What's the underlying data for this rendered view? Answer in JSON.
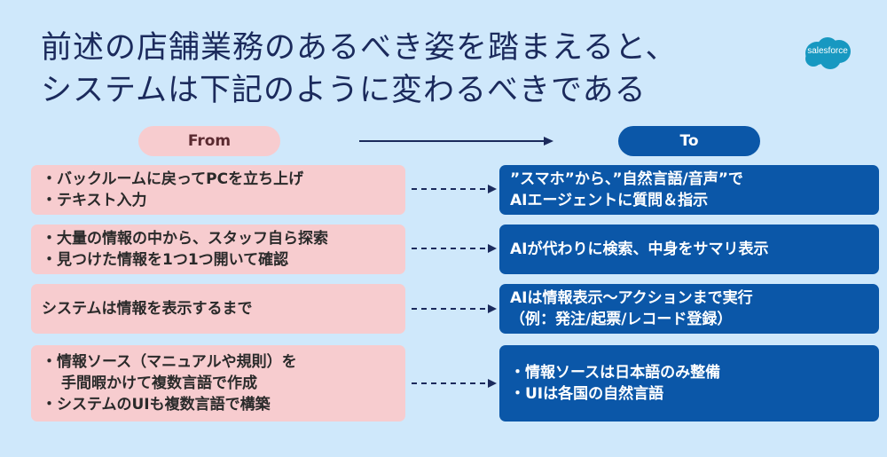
{
  "title": {
    "line1": "前述の店舗業務のあるべき姿を踏まえると、",
    "line2": "システムは下記のように変わるべきである"
  },
  "logo": {
    "text": "salesforce",
    "color": "#1798c1"
  },
  "headers": {
    "from": "From",
    "to": "To"
  },
  "colors": {
    "background": "#cfe8fb",
    "from_fill": "#f7cccf",
    "to_fill": "#0b57a8",
    "title": "#1b2a5c"
  },
  "rows": [
    {
      "from": [
        "・バックルームに戻ってPCを立ち上げ",
        "・テキスト入力"
      ],
      "to": [
        "”スマホ”から、”自然言語/音声”で",
        "AIエージェントに質問＆指示"
      ]
    },
    {
      "from": [
        "・大量の情報の中から、スタッフ自ら探索",
        "・見つけた情報を1つ1つ開いて確認"
      ],
      "to": [
        "AIが代わりに検索、中身をサマリ表示"
      ]
    },
    {
      "from": [
        "システムは情報を表示するまで"
      ],
      "to": [
        "AIは情報表示～アクションまで実行",
        "（例：発注/起票/レコード登録）"
      ]
    },
    {
      "from": [
        "・情報ソース（マニュアルや規則）を",
        "手間暇かけて複数言語で作成",
        "・システムのUIも複数言語で構築"
      ],
      "to": [
        "・情報ソースは日本語のみ整備",
        "・UIは各国の自然言語"
      ]
    }
  ]
}
